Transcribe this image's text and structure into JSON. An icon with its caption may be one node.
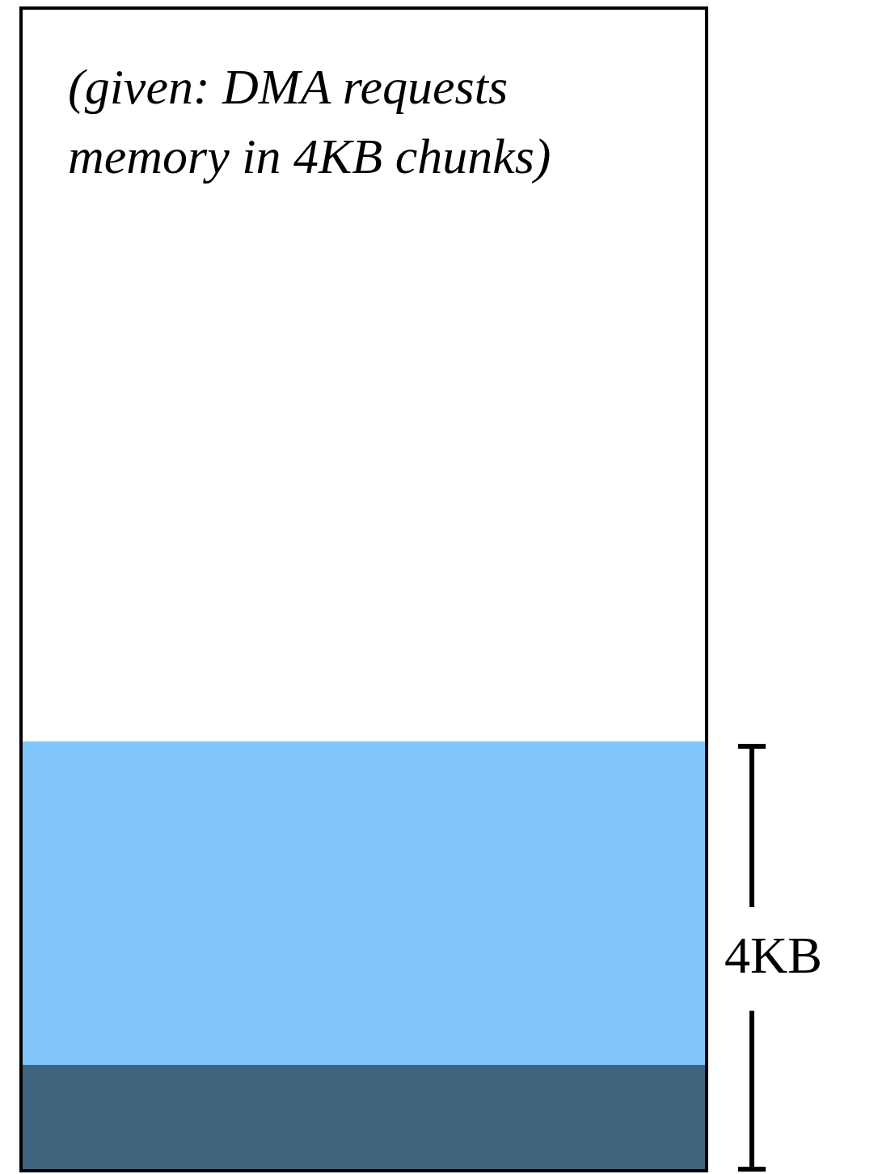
{
  "diagram": {
    "nodes": [
      {
        "text": [
          "(given: DMA requests memory in 4KB chunks)"
        ]
      },
      {
        "text": [],
        "shape": "bar",
        "in": 0
      },
      {
        "text": [],
        "shape": "bar",
        "in": 0
      }
    ],
    "labels": [
      "4KB"
    ]
  }
}
